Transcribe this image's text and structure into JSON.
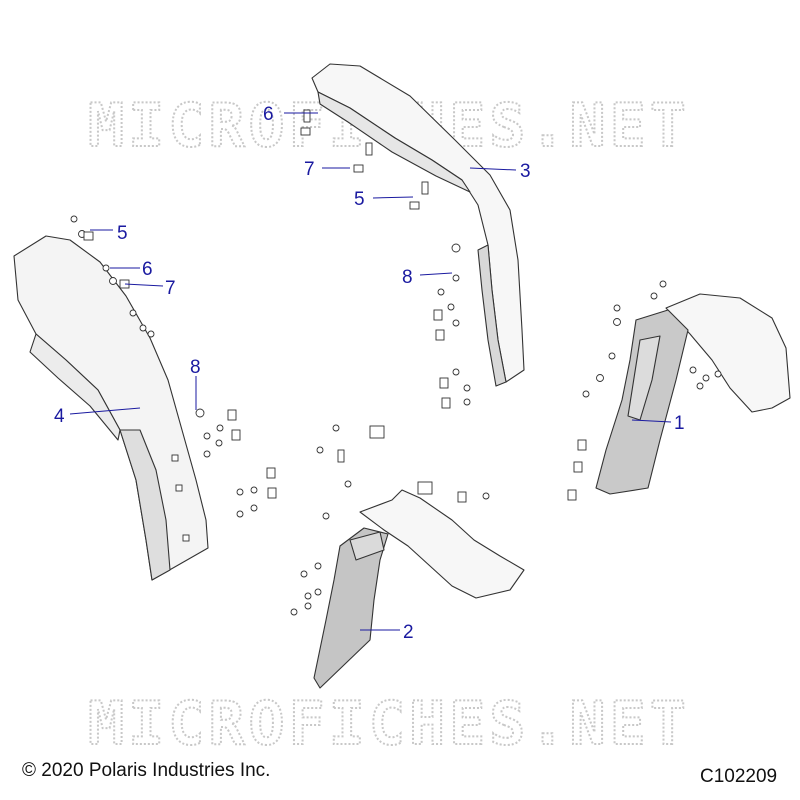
{
  "diagram": {
    "copyright": "© 2020 Polaris Industries Inc.",
    "figure_code": "C102209",
    "watermark": "MICROFICHES.NET",
    "callouts": [
      "1",
      "2",
      "3",
      "4",
      "5",
      "6",
      "7",
      "8",
      "5",
      "6",
      "7",
      "8"
    ],
    "colors": {
      "callout": "#1a1aa0",
      "line": "#333333",
      "watermark": "#c8c8c8"
    }
  }
}
